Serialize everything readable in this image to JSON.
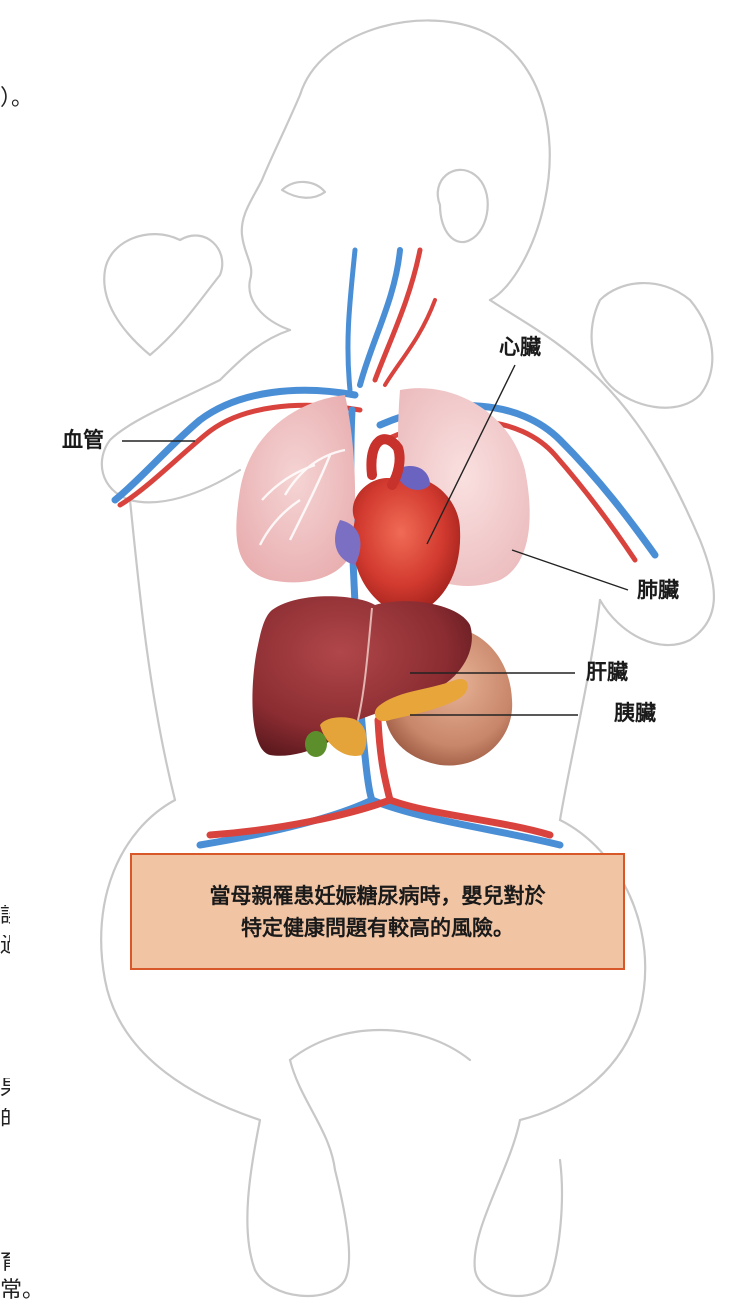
{
  "labels": {
    "blood_vessels": "血管",
    "heart": "心臟",
    "lungs": "肺臟",
    "liver": "肝臟",
    "pancreas": "胰臟"
  },
  "callout": {
    "line1": "當母親罹患妊娠糖尿病時，嬰兒對於",
    "line2": "特定健康問題有較高的風險。"
  },
  "edge_fragments": {
    "top": "）。",
    "side_1": "誤",
    "side_2": "過",
    "side_3": "果",
    "side_4": "的",
    "side_5": "育",
    "bottom": "常。"
  },
  "colors": {
    "outline": "#c8c8c8",
    "artery": "#d9433e",
    "vein": "#4a8fd6",
    "callout_fill": "#f1c4a4",
    "callout_border": "#d9582a"
  }
}
